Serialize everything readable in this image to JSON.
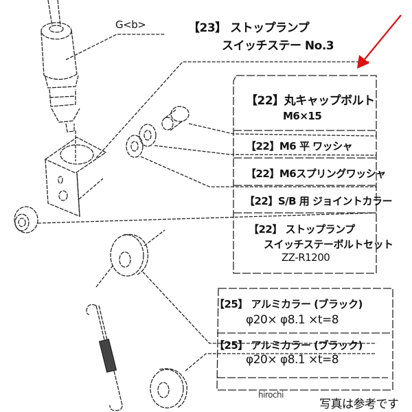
{
  "diagram": {
    "type": "exploded-parts-diagram",
    "accent_arrow_color": "#e01010",
    "line_color": "#222222",
    "callouts": {
      "g_b": "G<b>",
      "item23": {
        "line1": "【23】 ストップランプ",
        "line2": "スイッチステー No.3"
      },
      "item22_cap_bolt": {
        "line1": "【22】丸キャップボルト",
        "line2": "M6×15"
      },
      "item22_flat_washer": "【22】M6 平 ワッシャ",
      "item22_spring_washer": "【22】M6スプリングワッシャ",
      "item22_joint_collar": "【22】S/B 用 ジョイントカラー",
      "item22_bolt_set": {
        "line1": "【22】 ストップランプ",
        "line2": "スイッチステーボルトセット",
        "line3": "ZZ-R1200"
      },
      "item25_collar_a": {
        "line1": "【25】 アルミカラー (ブラック)",
        "line2": "φ20× φ8.1 ×t=8"
      },
      "item25_collar_b": {
        "line1": "【25】 アルミカラー (ブラック)",
        "line2": "φ20× φ8.1 ×t=8"
      }
    },
    "parts": [
      "stop-lamp-switch",
      "switch-stay-bracket",
      "cap-bolt",
      "flat-washer",
      "spring-washer",
      "joint-collar",
      "aluminum-collar-upper",
      "return-spring",
      "aluminum-collar-lower"
    ],
    "watermark": "hirochi",
    "caption": "写真は参考です"
  }
}
